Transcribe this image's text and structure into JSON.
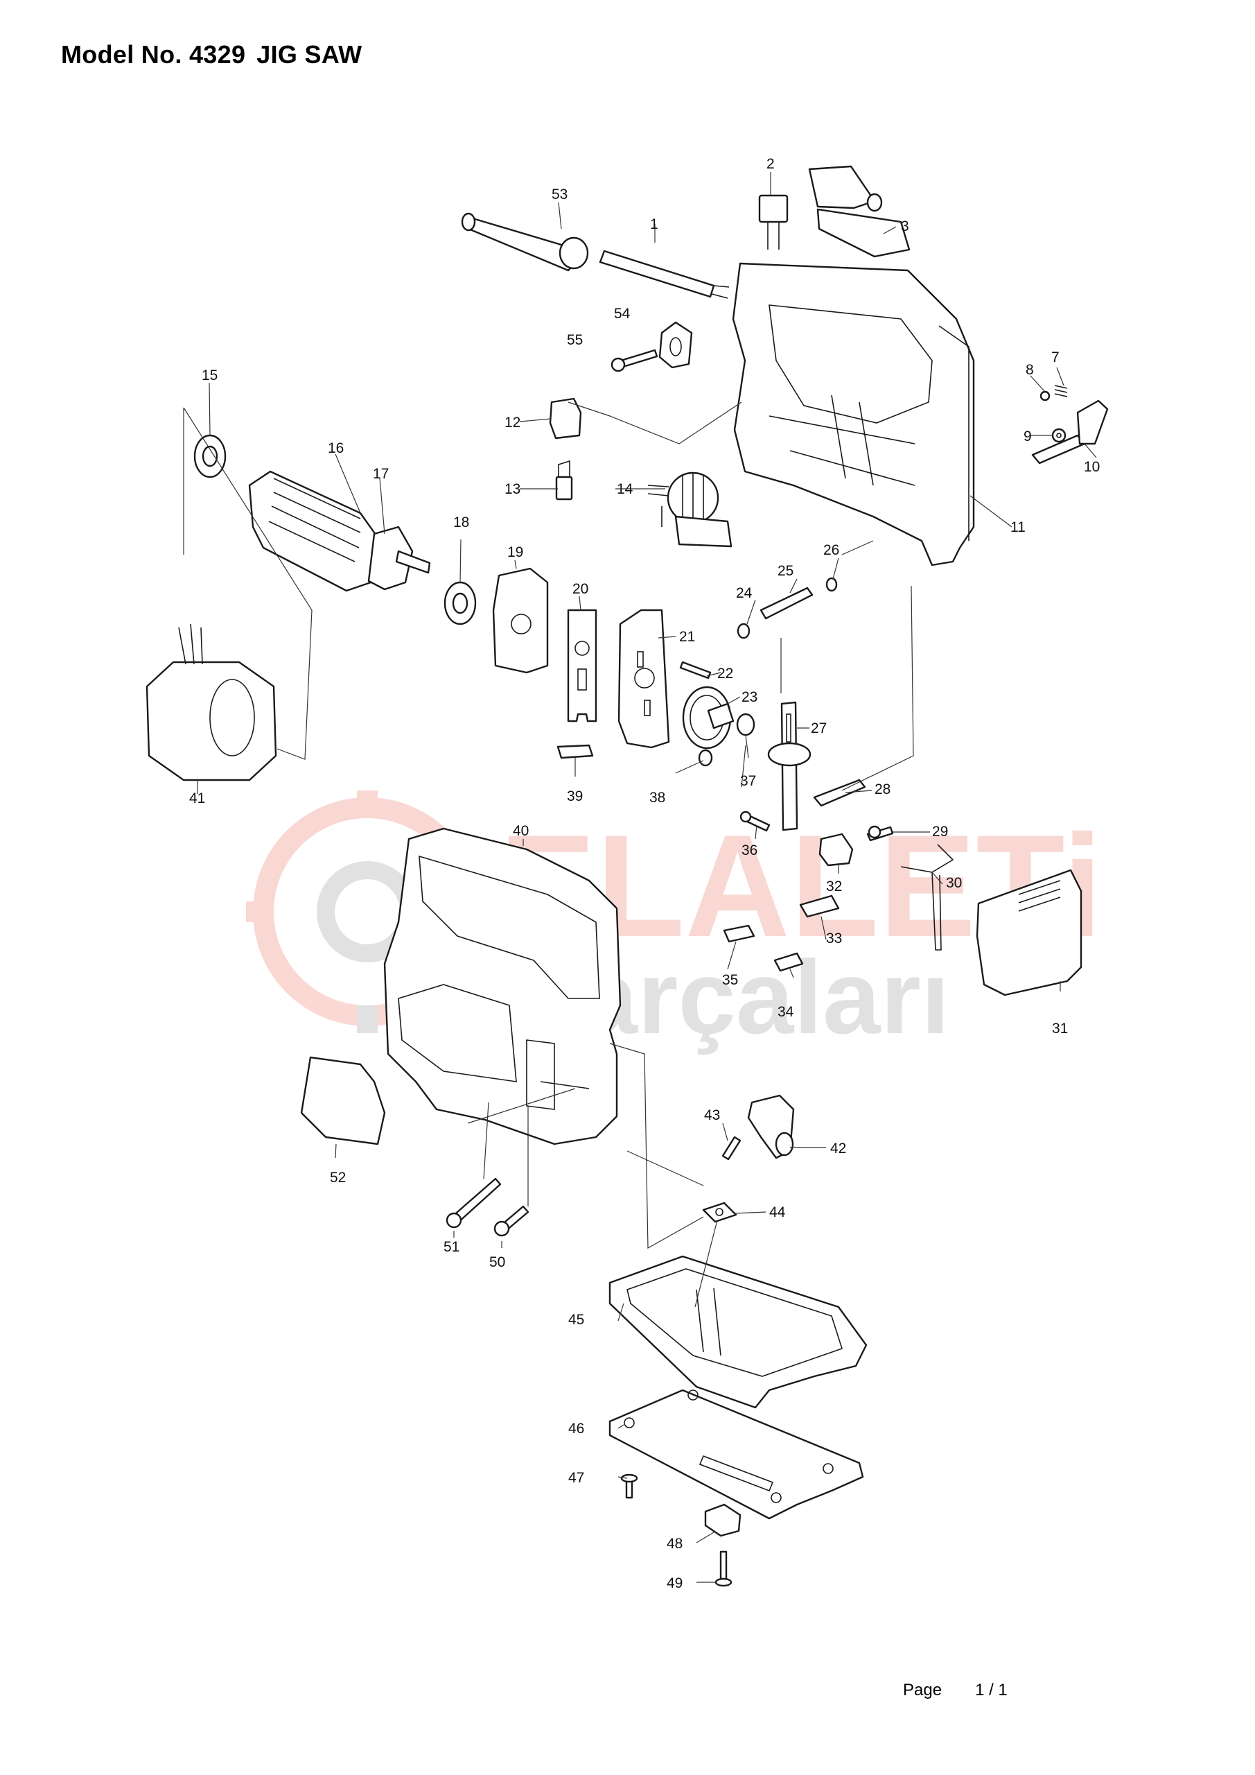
{
  "header": {
    "model_label": "Model No. 4329",
    "product": "JIG SAW"
  },
  "watermark": {
    "line1": "ELALETi",
    "line2": "parçaları",
    "color_primary": "#e8533c",
    "color_secondary": "#7a7a7a"
  },
  "parts": [
    {
      "label": "1"
    },
    {
      "label": "2"
    },
    {
      "label": "3"
    },
    {
      "label": "7"
    },
    {
      "label": "8"
    },
    {
      "label": "9"
    },
    {
      "label": "10"
    },
    {
      "label": "11"
    },
    {
      "label": "12"
    },
    {
      "label": "13"
    },
    {
      "label": "14"
    },
    {
      "label": "15"
    },
    {
      "label": "16"
    },
    {
      "label": "17"
    },
    {
      "label": "18"
    },
    {
      "label": "19"
    },
    {
      "label": "20"
    },
    {
      "label": "21"
    },
    {
      "label": "22"
    },
    {
      "label": "23"
    },
    {
      "label": "24"
    },
    {
      "label": "25"
    },
    {
      "label": "26"
    },
    {
      "label": "27"
    },
    {
      "label": "28"
    },
    {
      "label": "29"
    },
    {
      "label": "30"
    },
    {
      "label": "31"
    },
    {
      "label": "32"
    },
    {
      "label": "33"
    },
    {
      "label": "34"
    },
    {
      "label": "35"
    },
    {
      "label": "36"
    },
    {
      "label": "37"
    },
    {
      "label": "38"
    },
    {
      "label": "39"
    },
    {
      "label": "40"
    },
    {
      "label": "41"
    },
    {
      "label": "42"
    },
    {
      "label": "43"
    },
    {
      "label": "44"
    },
    {
      "label": "45"
    },
    {
      "label": "46"
    },
    {
      "label": "47"
    },
    {
      "label": "48"
    },
    {
      "label": "49"
    },
    {
      "label": "50"
    },
    {
      "label": "51"
    },
    {
      "label": "52"
    },
    {
      "label": "53"
    },
    {
      "label": "54"
    },
    {
      "label": "55"
    }
  ],
  "footer": {
    "page_label": "Page",
    "page_value": "1 / 1"
  }
}
